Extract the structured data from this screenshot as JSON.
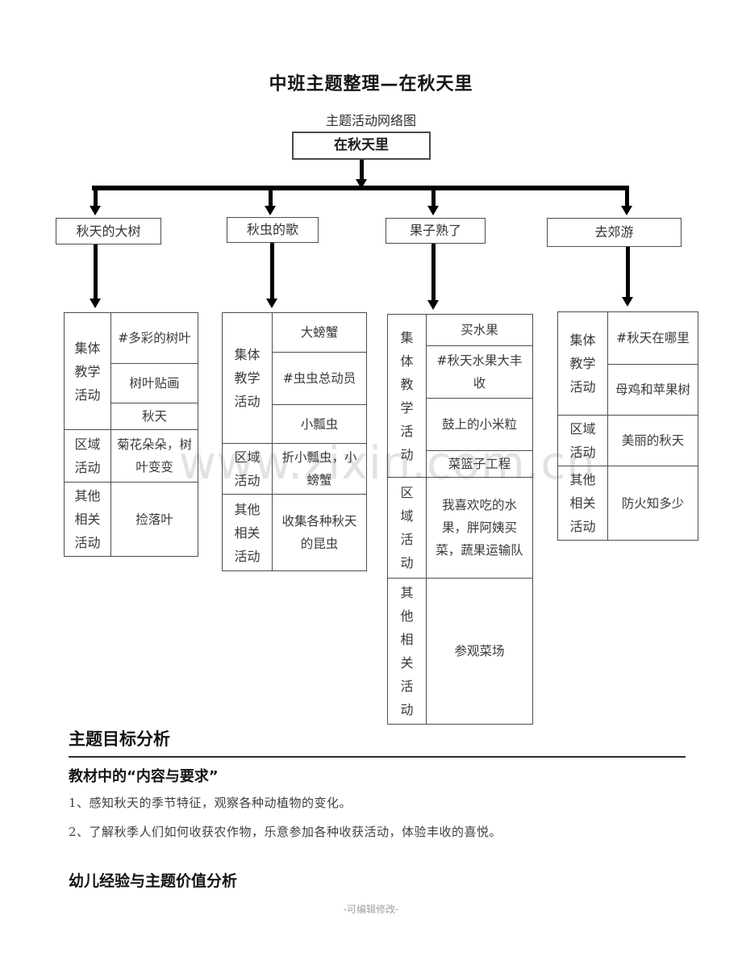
{
  "page": {
    "title": "中班主题整理—在秋天里",
    "subtitle": "主题活动网络图",
    "watermark": "www.zixin.com.cn",
    "footer": "-可编辑修改-"
  },
  "colors": {
    "line": "#000000",
    "table_border": "#4d4d4d",
    "watermark": "#e2e2e2",
    "body_text": "#3f3f3f"
  },
  "diagram": {
    "root": "在秋天里",
    "branches": [
      {
        "label": "秋天的大树",
        "rows": [
          {
            "header": "集体教学活动",
            "items": [
              "#多彩的树叶",
              "树叶贴画",
              "秋天"
            ]
          },
          {
            "header": "区域活动",
            "items": [
              "菊花朵朵，树叶变变"
            ]
          },
          {
            "header": "其他相关活动",
            "items": [
              "捡落叶"
            ]
          }
        ]
      },
      {
        "label": "秋虫的歌",
        "rows": [
          {
            "header": "集体教学活动",
            "items": [
              "大螃蟹",
              "#虫虫总动员",
              "小瓢虫"
            ]
          },
          {
            "header": "区域活动",
            "items": [
              "折小瓢虫，小螃蟹"
            ]
          },
          {
            "header": "其他相关活动",
            "items": [
              "收集各种秋天的昆虫"
            ]
          }
        ]
      },
      {
        "label": "果子熟了",
        "rows": [
          {
            "header": "集体教学活动",
            "items": [
              "买水果",
              "#秋天水果大丰收",
              "鼓上的小米粒",
              "菜篮子工程"
            ]
          },
          {
            "header": "区域活动",
            "items": [
              "我喜欢吃的水果，胖阿姨买菜，蔬果运输队"
            ]
          },
          {
            "header": "其他相关活动",
            "items": [
              "参观菜场"
            ]
          }
        ]
      },
      {
        "label": "去郊游",
        "rows": [
          {
            "header": "集体教学活动",
            "items": [
              "#秋天在哪里",
              "母鸡和苹果树"
            ]
          },
          {
            "header": "区域活动",
            "items": [
              "美丽的秋天"
            ]
          },
          {
            "header": "其他相关活动",
            "items": [
              "防火知多少"
            ]
          }
        ]
      }
    ]
  },
  "sections": {
    "goal_heading": "主题目标分析",
    "material_heading": "教材中的“内容与要求”",
    "point1": "1、感知秋天的季节特征，观察各种动植物的变化。",
    "point2": "2、了解秋季人们如何收获农作物，乐意参加各种收获活动，体验丰收的喜悦。",
    "experience_heading": "幼儿经验与主题价值分析"
  }
}
